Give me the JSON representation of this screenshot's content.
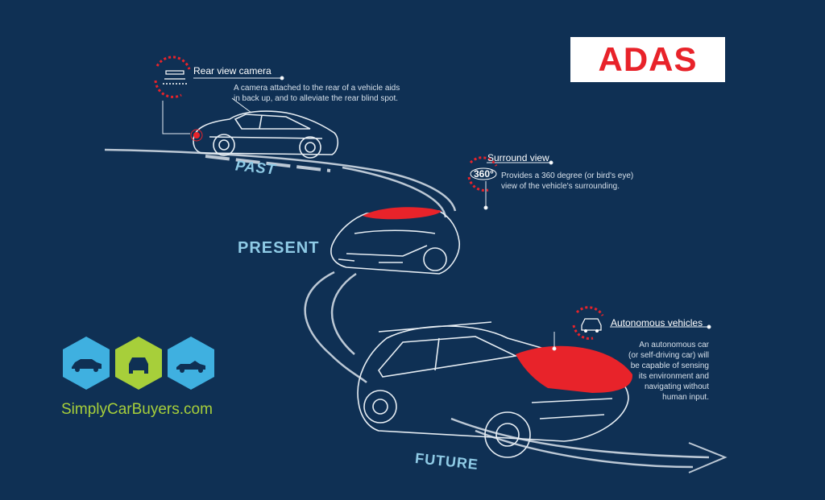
{
  "title": "ADAS",
  "features": {
    "rear_view": {
      "title": "Rear view camera",
      "desc_line1": "A camera attached to the rear of a vehicle aids",
      "desc_line2": "in back up, and to alleviate the rear blind spot."
    },
    "surround": {
      "title": "Surround view",
      "icon_text": "360°",
      "desc_line1": "Provides a 360 degree (or bird's eye)",
      "desc_line2": "view of the vehicle's surrounding."
    },
    "autonomous": {
      "title": "Autonomous vehicles",
      "desc_lines": [
        "An autonomous car",
        "(or self-driving car) will",
        "be capable of sensing",
        "its environment and",
        "navigating without",
        "human input."
      ]
    }
  },
  "eras": {
    "past": "PAST",
    "present": "PRESENT",
    "future": "FUTURE"
  },
  "brand": "SimplyCarBuyers.com",
  "colors": {
    "background": "#0f3054",
    "accent_red": "#e8232a",
    "era_text": "#8fcbe6",
    "hex_blue": "#3fb0e0",
    "hex_green": "#a7cf3a",
    "brand_green": "#a7cf3a"
  }
}
